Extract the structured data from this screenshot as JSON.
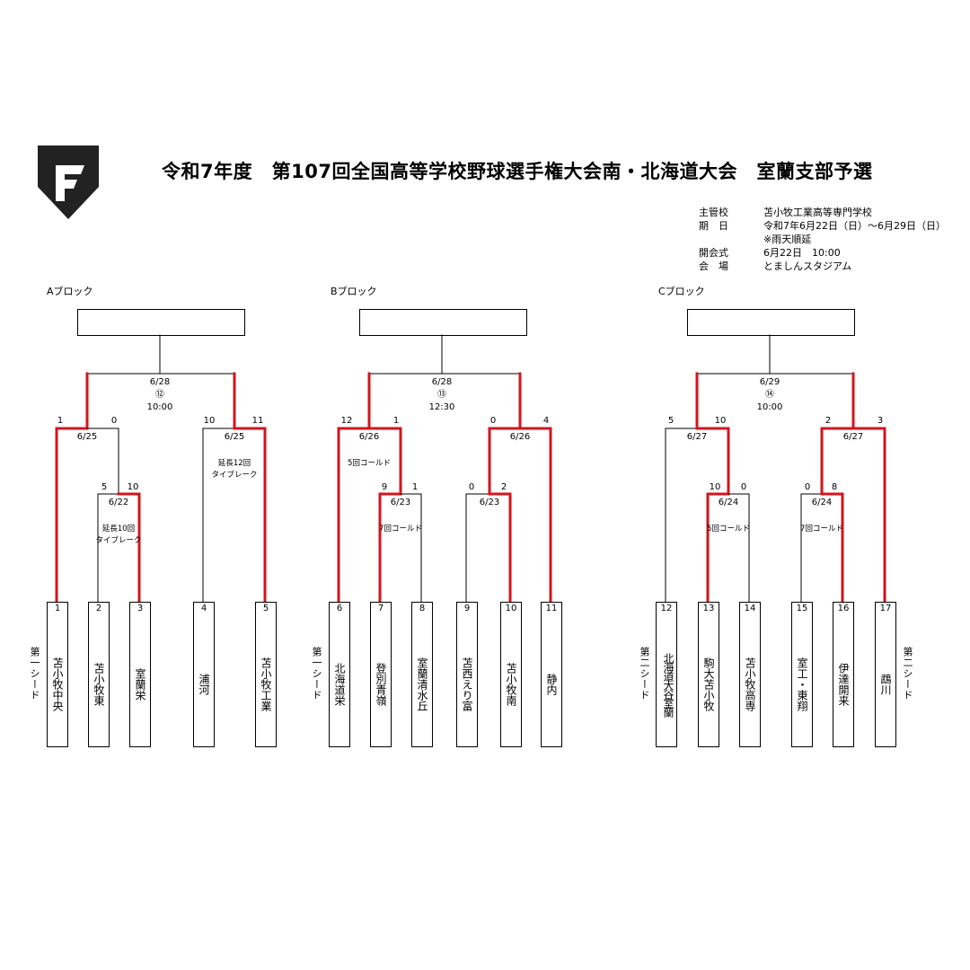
{
  "header": {
    "title": "令和7年度　第107回全国高等学校野球選手権大会南・北海道大会　室蘭支部予選",
    "logo_icon": "shield-f-logo"
  },
  "info": [
    {
      "key": "主管校",
      "value": "苫小牧工業高等専門学校"
    },
    {
      "key": "期　日",
      "value": "令和7年6月22日（日）～6月29日（日）"
    },
    {
      "key": "",
      "value": "※雨天順延"
    },
    {
      "key": "開会式",
      "value": "6月22日　10:00"
    },
    {
      "key": "会　場",
      "value": "とましんスタジアム"
    }
  ],
  "colors": {
    "winner_line": "#d4141c",
    "line": "#000000"
  },
  "blocks": [
    {
      "label": "Aブロック",
      "final": {
        "date": "6/28",
        "game": "⑫",
        "time": "10:00"
      },
      "teams": [
        {
          "no": "1",
          "name": "苫小牧中央"
        },
        {
          "no": "2",
          "name": "苫小牧東"
        },
        {
          "no": "3",
          "name": "室蘭栄"
        },
        {
          "no": "4",
          "name": "浦河"
        },
        {
          "no": "5",
          "name": "苫小牧工業"
        }
      ],
      "seed": "第一シード",
      "matches": [
        {
          "date": "6/22",
          "score_l": "5",
          "score_r": "10",
          "note": "延長10回\nタイブレーク"
        },
        {
          "date": "6/25",
          "score_l": "1",
          "score_r": "0",
          "note": ""
        },
        {
          "date": "6/25",
          "score_l": "10",
          "score_r": "11",
          "note": "延長12回\nタイブレーク"
        },
        {
          "date": "6/28",
          "score_l": "",
          "score_r": "",
          "note": ""
        }
      ]
    },
    {
      "label": "Bブロック",
      "final": {
        "date": "6/28",
        "game": "⑬",
        "time": "12:30"
      },
      "teams": [
        {
          "no": "6",
          "name": "北海道栄"
        },
        {
          "no": "7",
          "name": "登別青嶺"
        },
        {
          "no": "8",
          "name": "室蘭清水丘"
        },
        {
          "no": "9",
          "name": "苫西えり富"
        },
        {
          "no": "10",
          "name": "苫小牧南"
        },
        {
          "no": "11",
          "name": "静内"
        }
      ],
      "seed": "第一シード",
      "matches": [
        {
          "date": "6/23",
          "score_l": "9",
          "score_r": "1",
          "note": "7回コールド"
        },
        {
          "date": "6/23",
          "score_l": "0",
          "score_r": "2",
          "note": ""
        },
        {
          "date": "6/26",
          "score_l": "12",
          "score_r": "1",
          "note": "5回コールド"
        },
        {
          "date": "6/26",
          "score_l": "0",
          "score_r": "4",
          "note": ""
        },
        {
          "date": "6/28",
          "score_l": "",
          "score_r": "",
          "note": ""
        }
      ]
    },
    {
      "label": "Cブロック",
      "final": {
        "date": "6/29",
        "game": "⑭",
        "time": "10:00"
      },
      "teams": [
        {
          "no": "12",
          "name": "北海道大谷室蘭"
        },
        {
          "no": "13",
          "name": "駒大苫小牧"
        },
        {
          "no": "14",
          "name": "苫小牧高専"
        },
        {
          "no": "15",
          "name": "室工・東翔"
        },
        {
          "no": "16",
          "name": "伊達開来"
        },
        {
          "no": "17",
          "name": "鵡川"
        }
      ],
      "seed_left": "第二シード",
      "seed_right": "第二シード",
      "matches": [
        {
          "date": "6/24",
          "score_l": "10",
          "score_r": "0",
          "note": "5回コールド"
        },
        {
          "date": "6/24",
          "score_l": "0",
          "score_r": "8",
          "note": "7回コールド"
        },
        {
          "date": "6/27",
          "score_l": "5",
          "score_r": "10",
          "note": ""
        },
        {
          "date": "6/27",
          "score_l": "2",
          "score_r": "3",
          "note": ""
        },
        {
          "date": "6/29",
          "score_l": "",
          "score_r": "",
          "note": ""
        }
      ]
    }
  ]
}
